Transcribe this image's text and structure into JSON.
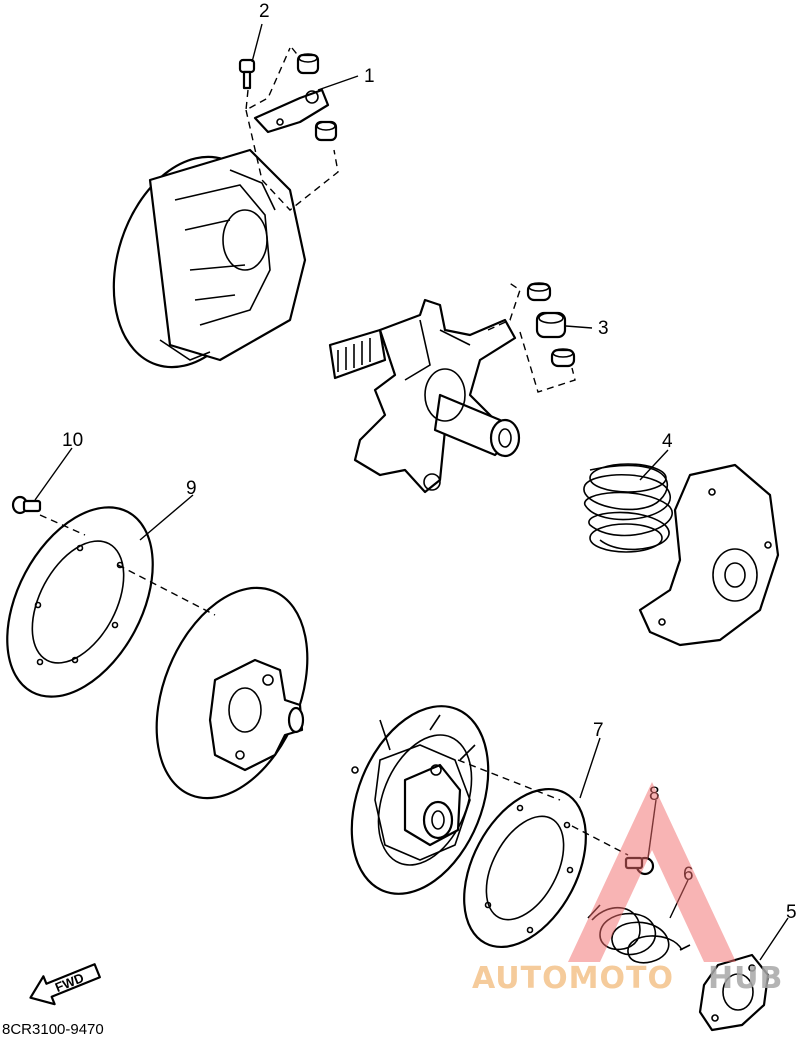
{
  "callouts": [
    {
      "id": "1",
      "label": "1"
    },
    {
      "id": "2",
      "label": "2"
    },
    {
      "id": "3",
      "label": "3"
    },
    {
      "id": "4",
      "label": "4"
    },
    {
      "id": "5",
      "label": "5"
    },
    {
      "id": "6",
      "label": "6"
    },
    {
      "id": "7",
      "label": "7"
    },
    {
      "id": "8",
      "label": "8"
    },
    {
      "id": "9",
      "label": "9"
    },
    {
      "id": "10",
      "label": "10"
    }
  ],
  "fwd_label": "FWD",
  "drawing_code": "8CR3100-9470",
  "watermark": {
    "text_part1": "AUTOMOTO",
    "text_part2": "HUB",
    "color_part1": "#f4c38a",
    "color_part2": "#a8a8a8",
    "triangle_color": "#f06a6a"
  }
}
